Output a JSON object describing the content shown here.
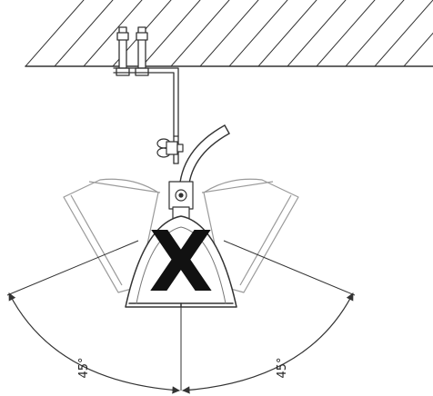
{
  "diagram": {
    "center_mark": "X",
    "angles": {
      "left": "45°",
      "right": "45°"
    }
  }
}
